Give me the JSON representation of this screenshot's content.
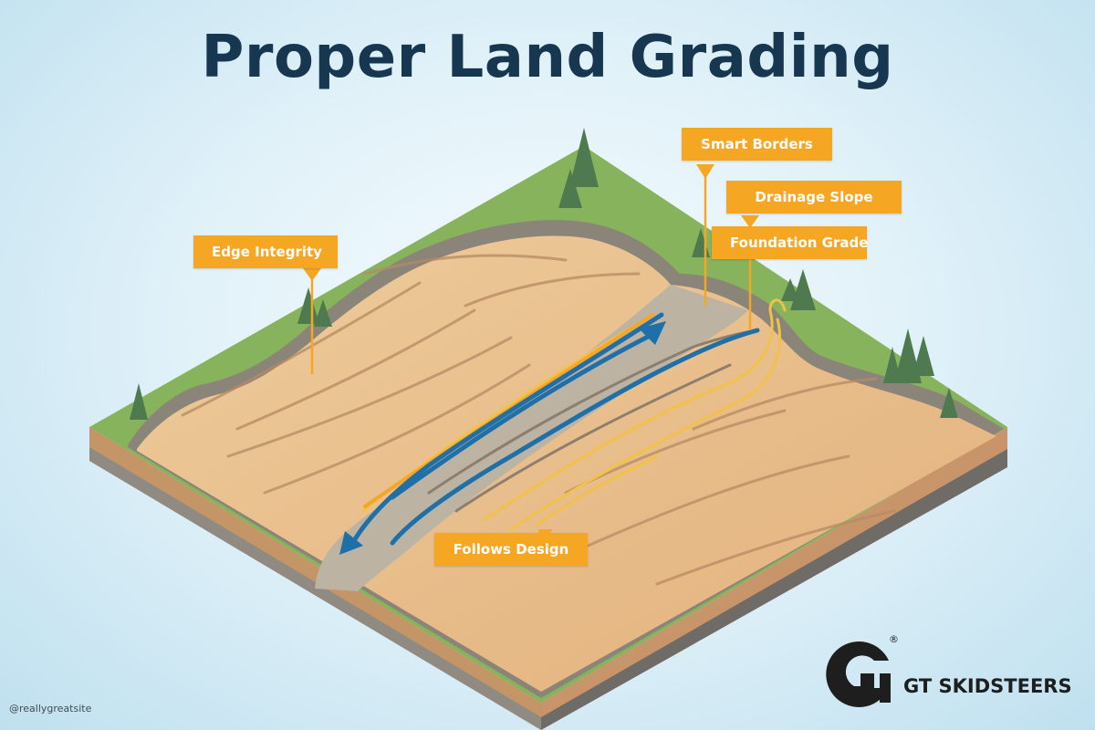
{
  "title": "Proper Land Grading",
  "callouts": {
    "edge_integrity": "Edge Integrity",
    "smart_borders": "Smart Borders",
    "drainage_slope": "Drainage Slope",
    "foundation_grade": "Foundation Grade",
    "follows_design": "Follows Design"
  },
  "watermark": "@reallygreatsite",
  "logo": {
    "name": "GT SKIDSTEERS",
    "registered": "®",
    "icon": "gt-logo-icon"
  },
  "colors": {
    "title": "#173650",
    "callout": "#f5a623",
    "grass": "#86b35c",
    "soil": "#e6b986",
    "drainage_channel": "#bcb3a4",
    "water_arrow": "#1f6fa8"
  }
}
